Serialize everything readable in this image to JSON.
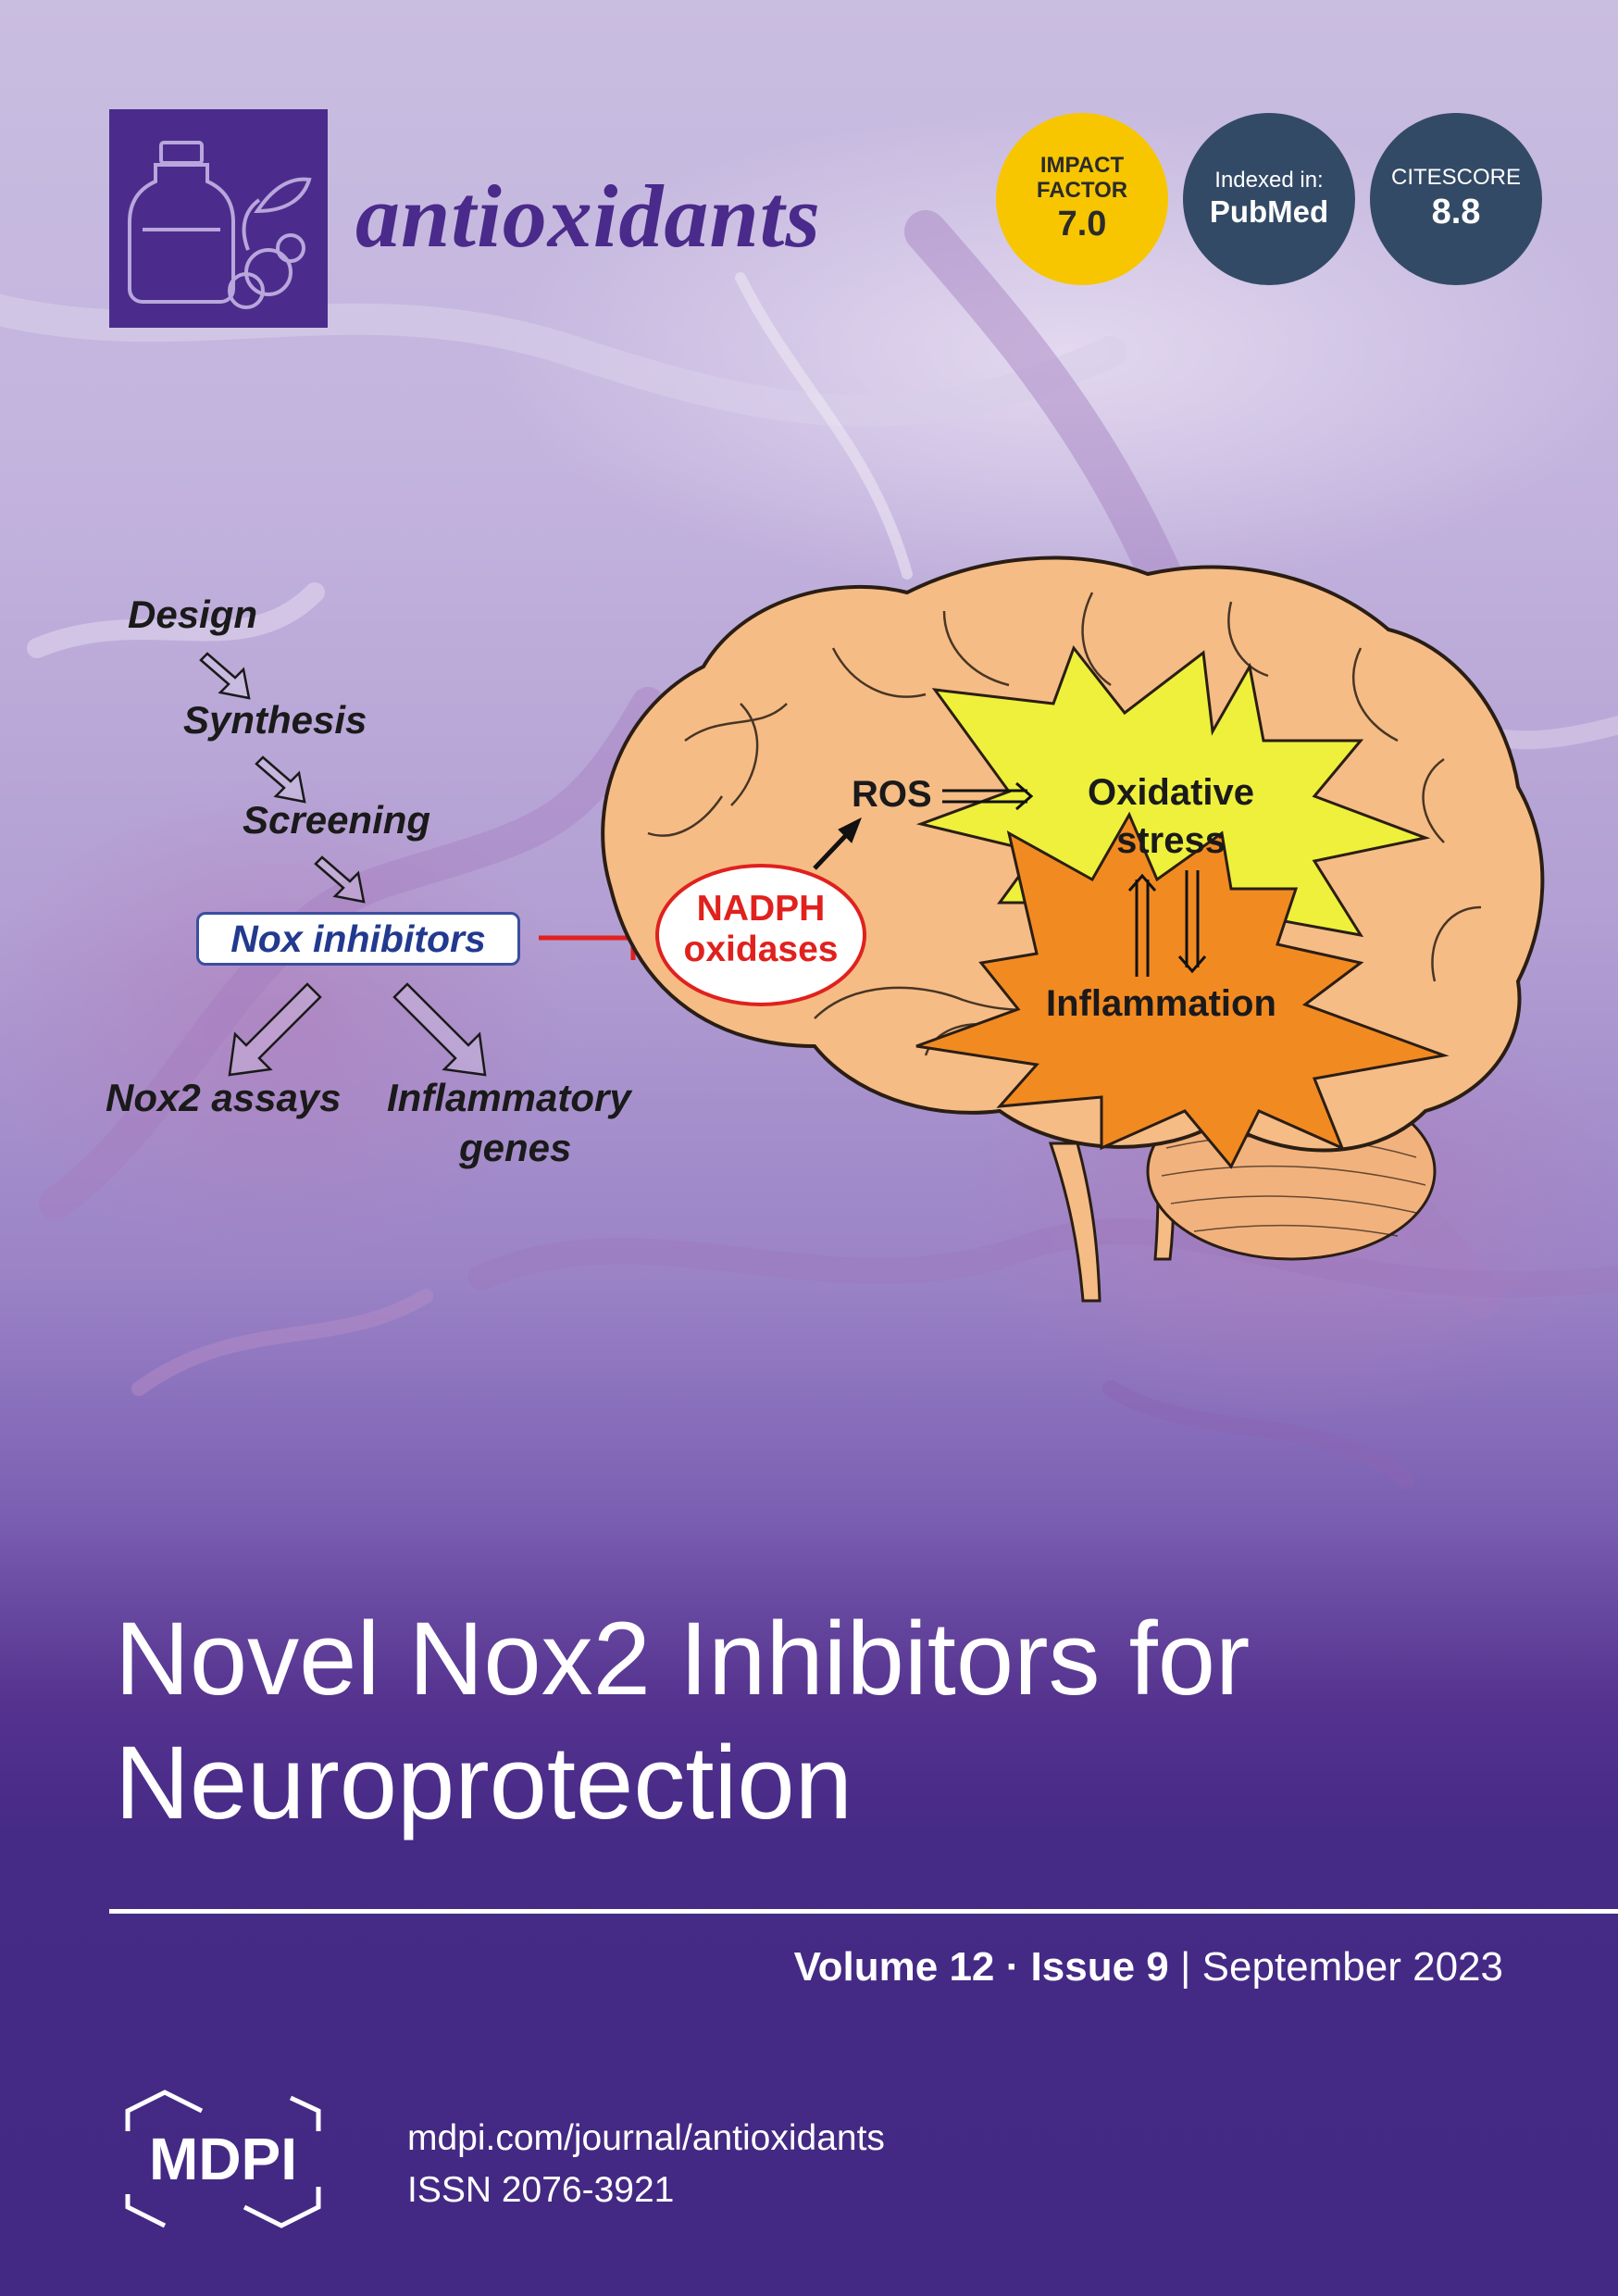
{
  "journal": {
    "name": "antioxidants"
  },
  "badges": {
    "impact_factor": {
      "line1": "IMPACT",
      "line2": "FACTOR",
      "value": "7.0"
    },
    "indexed": {
      "label": "Indexed in:",
      "value": "PubMed"
    },
    "citescore": {
      "label": "CITESCORE",
      "value": "8.8"
    }
  },
  "diagram": {
    "steps": [
      "Design",
      "Synthesis",
      "Screening"
    ],
    "inhibitor_box": "Nox inhibitors",
    "outputs": {
      "left": "Nox2 assays",
      "right_line1": "Inflammatory",
      "right_line2": "genes"
    },
    "nadph_line1": "NADPH",
    "nadph_line2": "oxidases",
    "ros": "ROS",
    "oxidative_line1": "Oxidative",
    "oxidative_line2": "stress",
    "inflammation": "Inflammation"
  },
  "colors": {
    "journal_purple": "#4a2a8a",
    "impact_yellow": "#f7c600",
    "badge_navy": "#334a66",
    "inhibit_red": "#e0211d",
    "stress_yellow": "#eef03c",
    "inflammation_orange": "#f28a22",
    "brain_tan": "#f6bc86"
  },
  "cover": {
    "title_line1": "Novel Nox2 Inhibitors for",
    "title_line2": "Neuroprotection",
    "volume": "Volume 12",
    "separator": "·",
    "issue": "Issue 9",
    "divider": "|",
    "date": "September 2023"
  },
  "footer": {
    "publisher": "MDPI",
    "url": "mdpi.com/journal/antioxidants",
    "issn": "ISSN 2076-3921"
  }
}
